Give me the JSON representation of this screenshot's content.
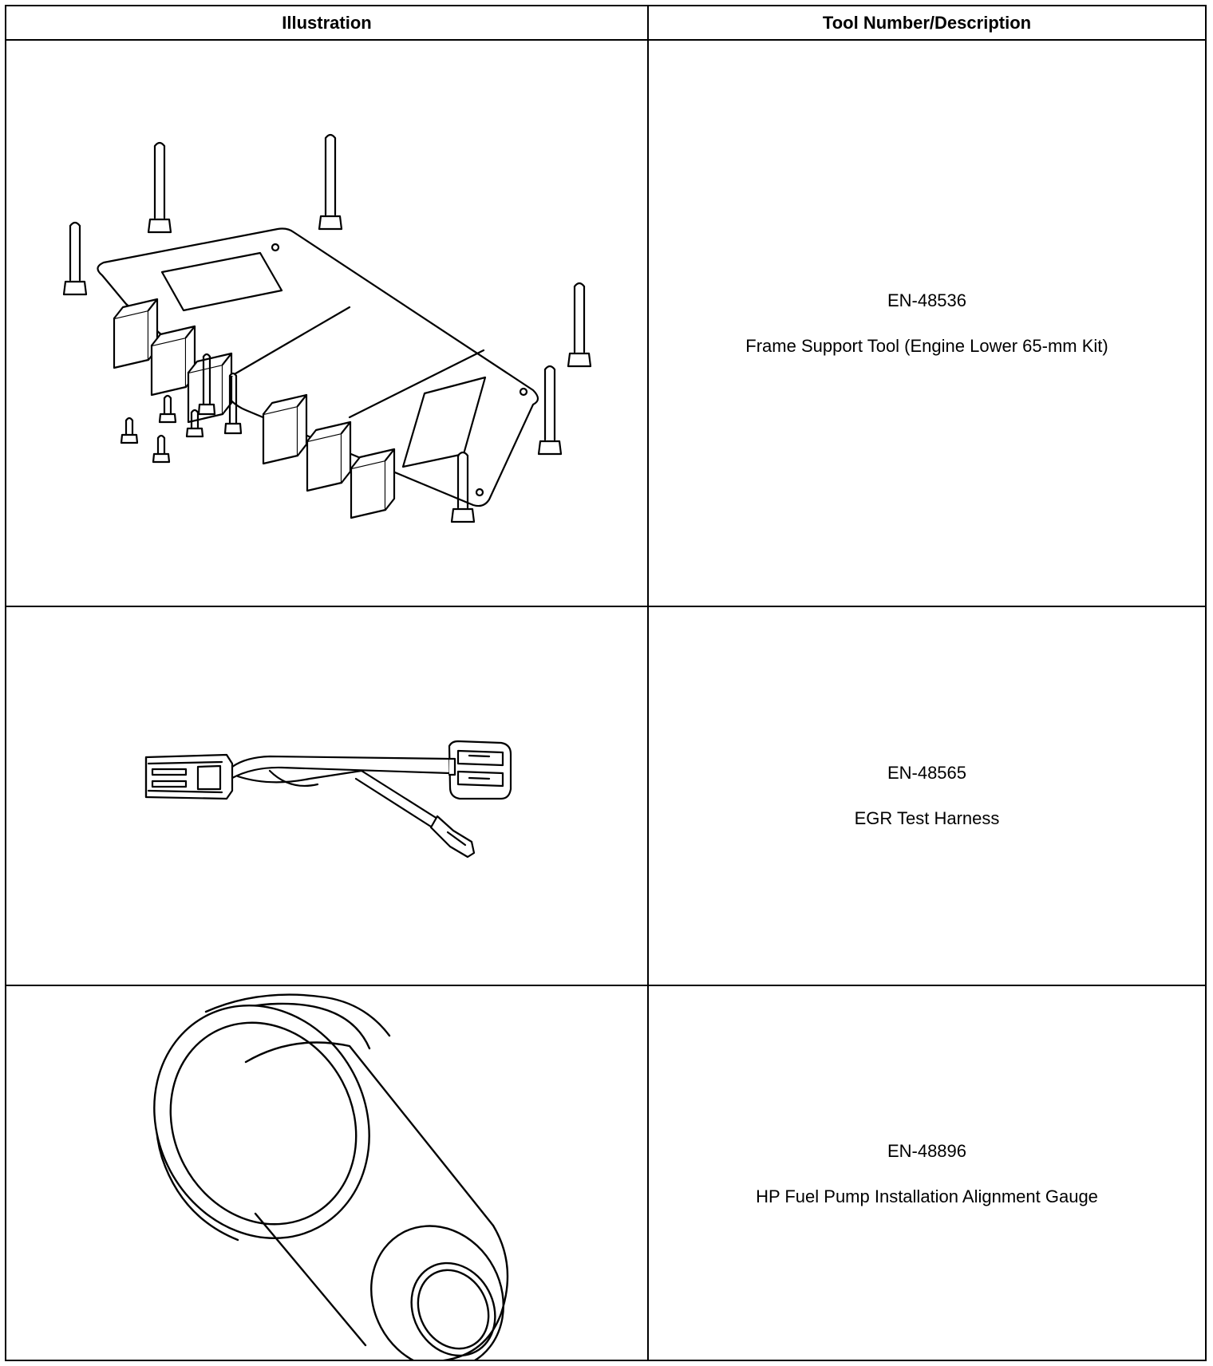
{
  "headers": {
    "illustration": "Illustration",
    "tool": "Tool Number/Description"
  },
  "rows": [
    {
      "tool_number": "EN-48536",
      "description": "Frame Support Tool (Engine Lower 65-mm Kit)",
      "illustration_icon": "frame-support-plate-with-bolts"
    },
    {
      "tool_number": "EN-48565",
      "description": "EGR Test Harness",
      "illustration_icon": "wiring-harness-with-connectors"
    },
    {
      "tool_number": "EN-48896",
      "description": "HP Fuel Pump Installation Alignment Gauge",
      "illustration_icon": "cylindrical-alignment-gauge"
    }
  ]
}
